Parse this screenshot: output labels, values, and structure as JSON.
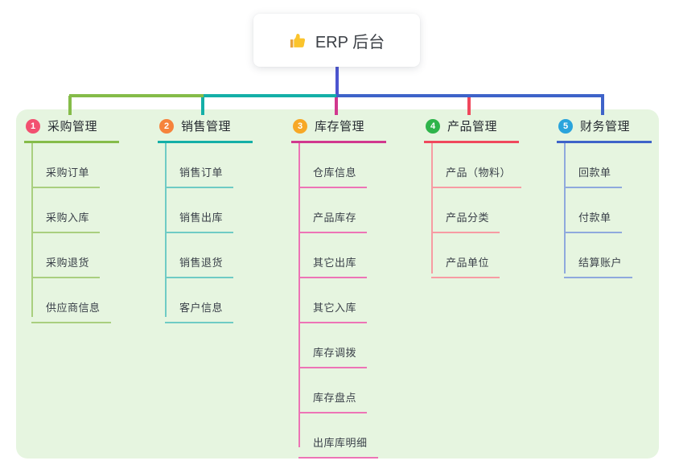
{
  "root": {
    "title": "ERP 后台",
    "icon": "thumbs-up-icon"
  },
  "colors": {
    "trunk": "#4c55d0",
    "panel_bg": "#e6f5e0"
  },
  "branches": [
    {
      "index": "1",
      "label": "采购管理",
      "badge_color": "#f25070",
      "line_color": "#85bc49",
      "sub_line_color": "#a9cf7f",
      "children": [
        "采购订单",
        "采购入库",
        "采购退货",
        "供应商信息"
      ]
    },
    {
      "index": "2",
      "label": "销售管理",
      "badge_color": "#f6833c",
      "line_color": "#14afa7",
      "sub_line_color": "#6fcbc5",
      "children": [
        "销售订单",
        "销售出库",
        "销售退货",
        "客户信息"
      ]
    },
    {
      "index": "3",
      "label": "库存管理",
      "badge_color": "#f7a826",
      "line_color": "#d1388e",
      "sub_line_color": "#ed74b6",
      "children": [
        "仓库信息",
        "产品库存",
        "其它出库",
        "其它入库",
        "库存调拨",
        "库存盘点",
        "出库库明细"
      ]
    },
    {
      "index": "4",
      "label": "产品管理",
      "badge_color": "#2fb44b",
      "line_color": "#f0485c",
      "sub_line_color": "#f79ba3",
      "children": [
        "产品（物料）",
        "产品分类",
        "产品单位"
      ]
    },
    {
      "index": "5",
      "label": "财务管理",
      "badge_color": "#2aa4dc",
      "line_color": "#3e63c9",
      "sub_line_color": "#8fa9dd",
      "children": [
        "回款单",
        "付款单",
        "结算账户"
      ]
    }
  ]
}
